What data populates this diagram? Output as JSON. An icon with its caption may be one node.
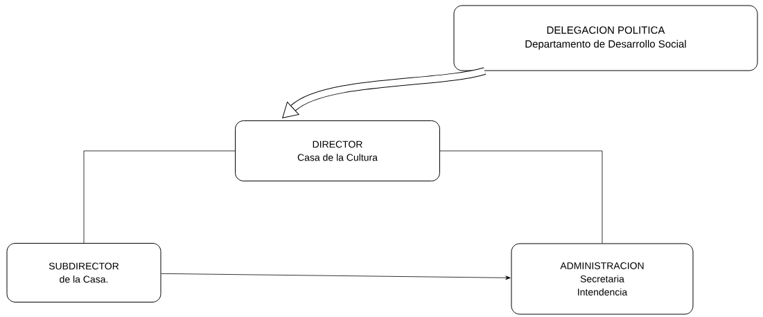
{
  "diagram": {
    "nodes": [
      {
        "text": [
          "DELEGACION  POLITICA",
          "Departamento de Desarrollo Social"
        ]
      },
      {
        "text": [
          "DIRECTOR",
          "Casa de la Cultura"
        ]
      },
      {
        "text": [
          "SUBDIRECTOR",
          "de la Casa."
        ]
      },
      {
        "text": [
          "ADMINISTRACION",
          "Secretaria",
          "Intendencia"
        ]
      }
    ],
    "edges": [
      {
        "from": 0,
        "to": 1,
        "arrow": "to",
        "style": "thick"
      },
      {
        "from": 1,
        "to": 2,
        "arrow": "none"
      },
      {
        "from": 1,
        "to": 3,
        "arrow": "none"
      },
      {
        "from": 2,
        "to": 3,
        "arrow": "to"
      }
    ]
  }
}
